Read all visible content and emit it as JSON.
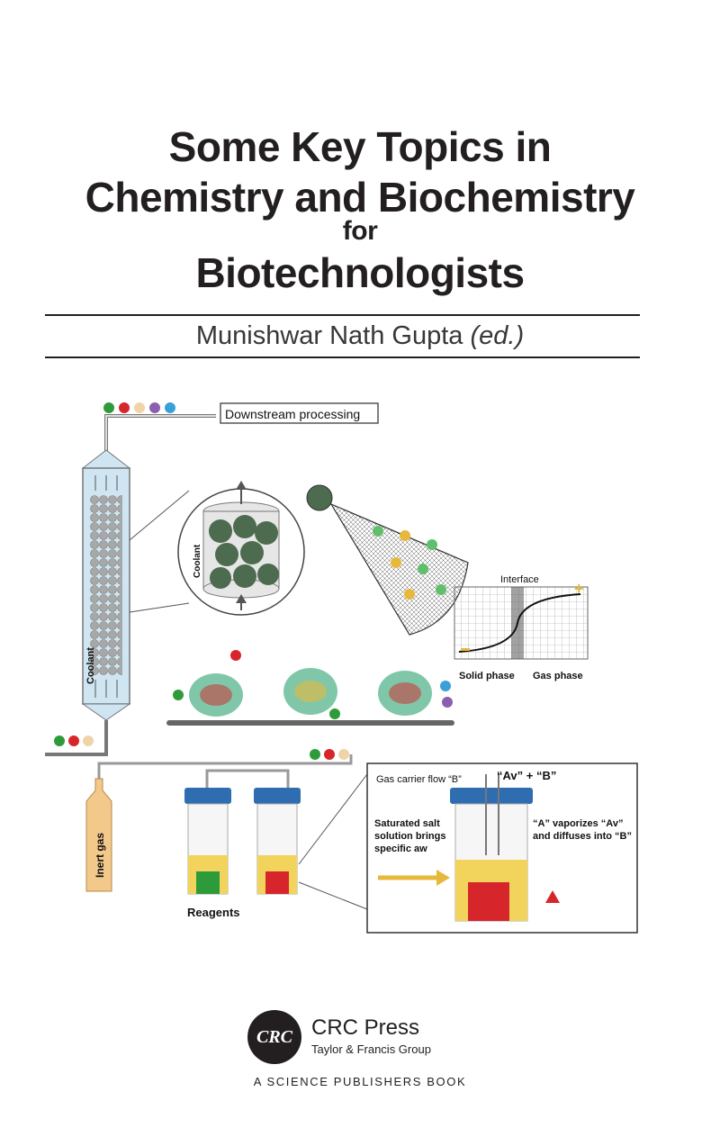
{
  "book": {
    "title_line1": "Some Key Topics in",
    "title_line2": "Chemistry and Biochemistry",
    "title_line3": "for",
    "title_line4": "Biotechnologists",
    "author": "Munishwar Nath Gupta",
    "editor_mark": "(ed.)"
  },
  "illustration": {
    "downstream_label": "Downstream processing",
    "coolant_label": "Coolant",
    "coolant_label_small": "Coolant",
    "interface_label": "Interface",
    "solid_phase_label": "Solid phase",
    "gas_phase_label": "Gas phase",
    "inert_gas_label": "Inert gas",
    "reagents_label": "Reagents",
    "gas_carrier_label": "Gas carrier flow “B”",
    "av_b_label": "“Av” + “B”",
    "salt_line1": "Saturated salt",
    "salt_line2": "solution brings",
    "salt_line3": "specific aw",
    "vapor_line1": "“A” vaporizes “Av”",
    "vapor_line2": "and diffuses into “B”",
    "colors": {
      "bead_gray": "#a8a8a8",
      "column_blue": "#cfe6f2",
      "reagent_green": "#2e9b3a",
      "reagent_red": "#d7262b",
      "cap_blue": "#2f6db1",
      "liquid_yellow": "#f2d45c"
    }
  },
  "publisher": {
    "logo_text": "CRC",
    "name": "CRC Press",
    "group": "Taylor & Francis Group",
    "series": "A SCIENCE PUBLISHERS BOOK"
  }
}
